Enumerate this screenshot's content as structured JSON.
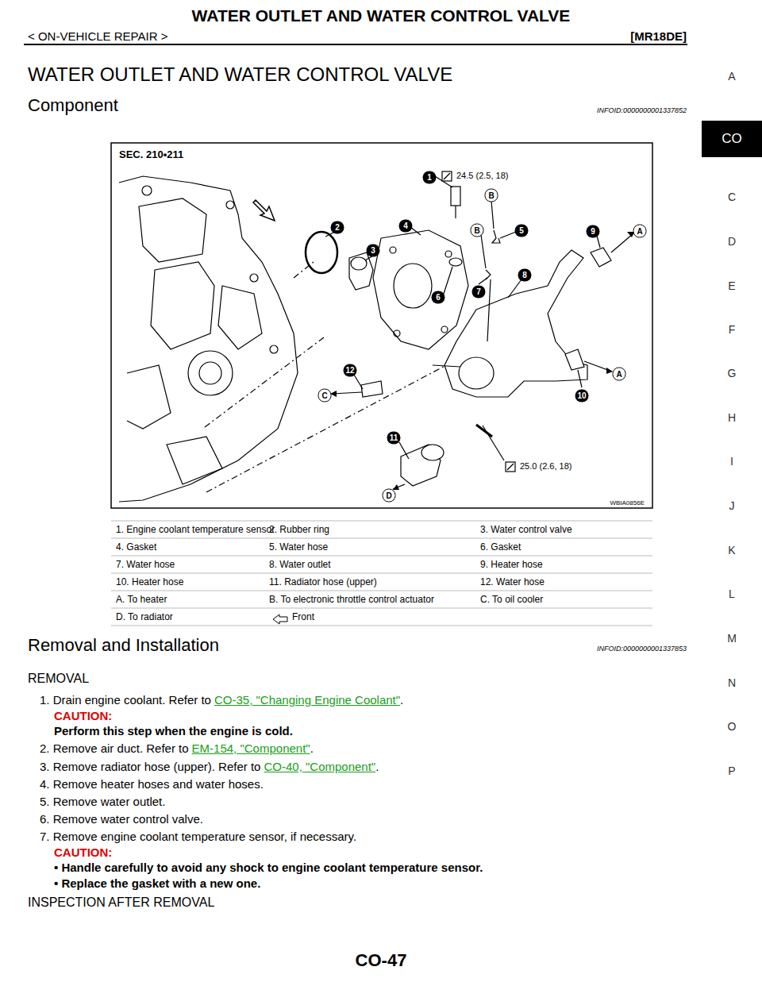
{
  "diagram": {
    "title": "WATER OUTLET AND WATER CONTROL VALVE",
    "nodes": [
      {
        "text": [
          "CO"
        ]
      }
    ],
    "labels": [
      "< ON-VEHICLE REPAIR >",
      "[MR18DE]",
      "WATER OUTLET AND WATER CONTROL VALVE",
      "Component",
      "INFOID:0000000001337852",
      "SEC. 210•211",
      "1",
      "24.5 (2.5, 18)",
      "B",
      "2",
      "4",
      "3",
      "B",
      "5",
      "9",
      "A",
      "6",
      "7",
      "8",
      "12",
      "C",
      "A",
      "10",
      "11",
      "25.0 (2.6, 18)",
      "D",
      "WBIA0856E",
      "1. Engine coolant temperature sensor",
      "2. Rubber ring",
      "3. Water control valve",
      "4. Gasket",
      "5. Water hose",
      "6. Gasket",
      "7. Water hose",
      "8. Water outlet",
      "9. Heater hose",
      "10. Heater hose",
      "11. Radiator hose (upper)",
      "12. Water hose",
      "A. To heater",
      "B. To electronic throttle control actuator",
      "C. To oil cooler",
      "D. To radiator",
      "Front",
      "Removal and Installation",
      "INFOID:0000000001337853",
      "REMOVAL",
      "1. Drain engine coolant. Refer to",
      "CO-35, \"Changing Engine Coolant\"",
      ".",
      "CAUTION:",
      "Perform this step when the engine is cold.",
      "2. Remove air duct. Refer to",
      "EM-154, \"Component\"",
      ".",
      "3. Remove radiator hose (upper). Refer to",
      "CO-40, \"Component\"",
      ".",
      "4. Remove heater hoses and water hoses.",
      "5. Remove water outlet.",
      "6. Remove water control valve.",
      "7. Remove engine coolant temperature sensor, if necessary.",
      "CAUTION:",
      "• Handle carefully to avoid any shock to engine coolant temperature sensor.",
      "• Replace the gasket with a new one.",
      "INSPECTION AFTER REMOVAL",
      "CO-47",
      "A",
      "C",
      "D",
      "E",
      "F",
      "G",
      "H",
      "I",
      "J",
      "K",
      "L",
      "M",
      "N",
      "O",
      "P"
    ]
  }
}
